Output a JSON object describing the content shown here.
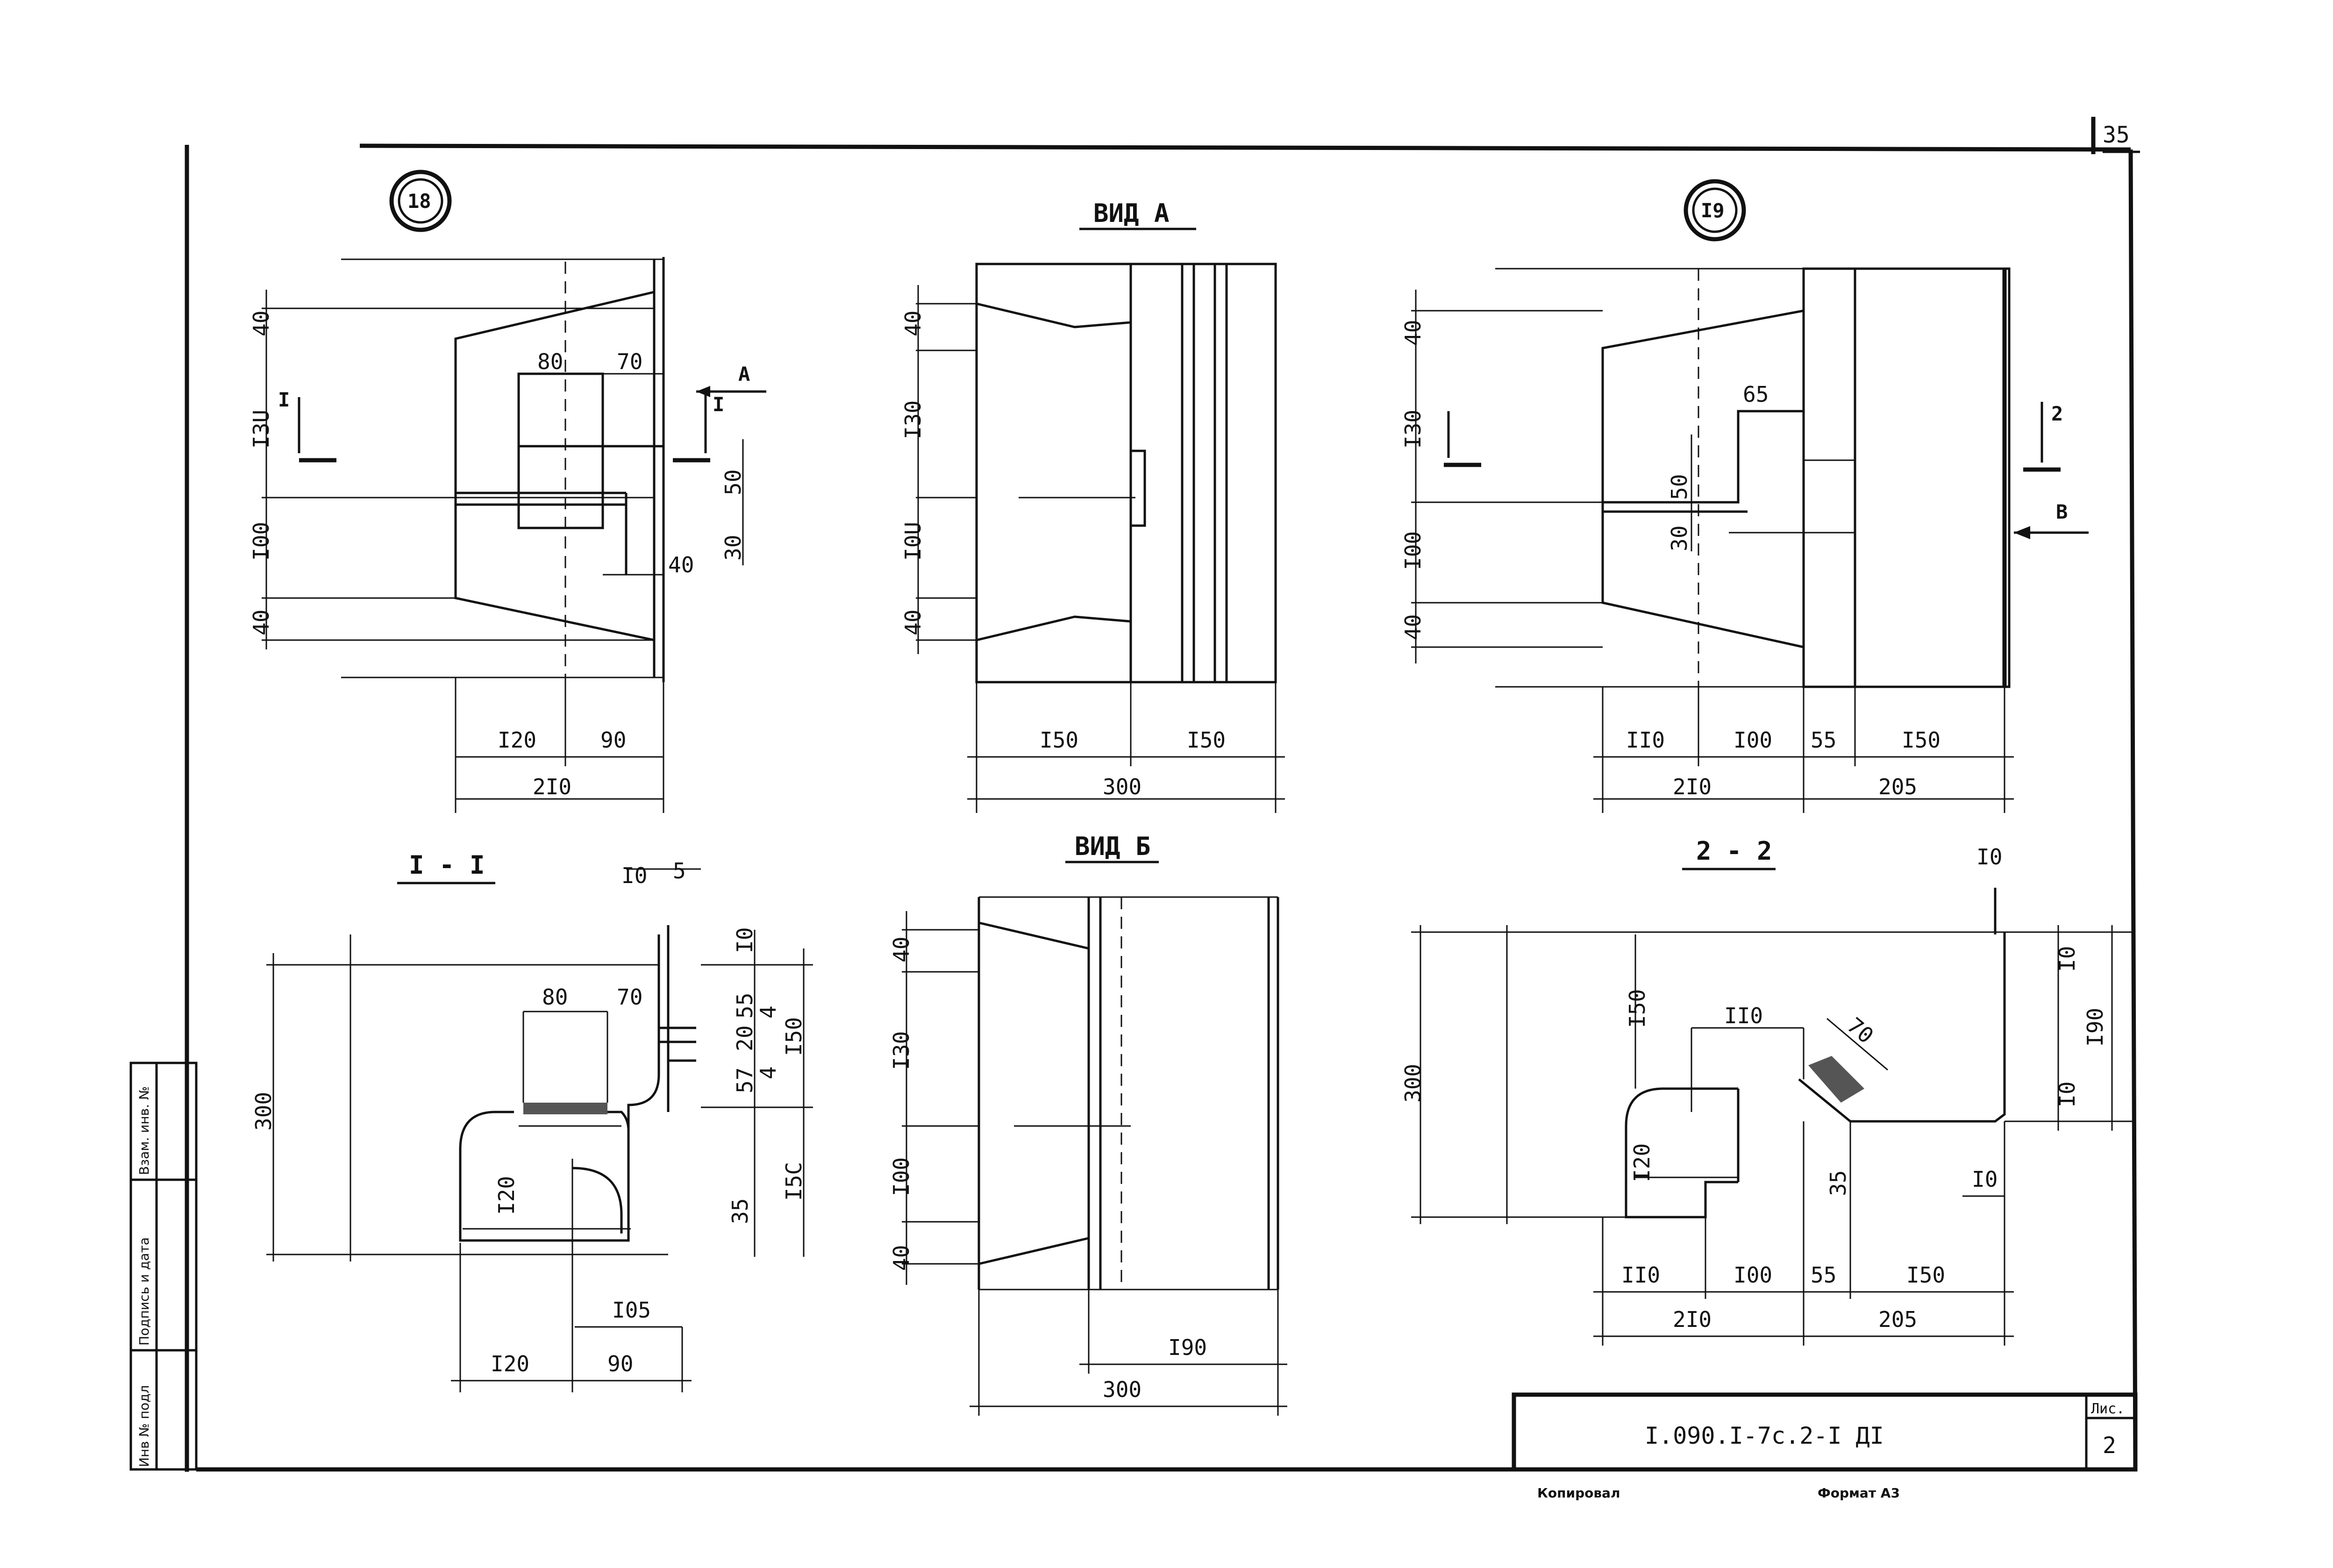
{
  "sheet": {
    "page_number": "35",
    "designation": "I.090.I-7c.2-I ДI",
    "sheet_label": "Лис.",
    "sheet_number": "2",
    "copied": "Копировал",
    "format": "Формат А3",
    "stamp_cells": [
      "Инв № подл",
      "Подпись и дата",
      "Взам. инв. №"
    ]
  },
  "views": {
    "v18": {
      "marker": "18",
      "dims": {
        "d40a": "40",
        "d130": "I3U",
        "d100": "I00",
        "d40b": "40",
        "d80": "80",
        "d70": "70",
        "d50": "50",
        "d30": "30",
        "d40c": "40",
        "d120": "I20",
        "d90": "90",
        "d210": "2I0"
      },
      "cut_label": "I",
      "cut_label2": "I",
      "arrow_label": "А"
    },
    "vidA": {
      "title": "ВИД А",
      "dims": {
        "d40a": "40",
        "d130": "I30",
        "d100": "I0U",
        "d40b": "40",
        "d150a": "I50",
        "d150b": "I50",
        "d300": "300"
      }
    },
    "v19": {
      "marker": "I9",
      "dims": {
        "d40a": "40",
        "d130": "I30",
        "d100": "I00",
        "d40b": "40",
        "d65": "65",
        "d50": "50",
        "d30": "30",
        "d110": "II0",
        "d100b": "I00",
        "d55": "55",
        "d150": "I50",
        "d210": "2I0",
        "d205": "205"
      },
      "cut_label": "2",
      "arrow_label": "В"
    },
    "sec11": {
      "title": "I - I",
      "dims": {
        "d10": "I0",
        "d5": "5",
        "d10b": "I0",
        "d55": "55",
        "d4": "4",
        "d20": "20",
        "d57": "57",
        "d4b": "4",
        "d150": "I50",
        "d150b": "I5C",
        "d300": "300",
        "d80": "80",
        "d70": "70",
        "d120v": "I20",
        "d35": "35",
        "d105": "I05",
        "d120": "I20",
        "d90": "90"
      }
    },
    "vidB": {
      "title": "ВИД Б",
      "dims": {
        "d40a": "40",
        "d130": "I30",
        "d100": "I00",
        "d40b": "40",
        "d190": "I90",
        "d300": "300"
      }
    },
    "sec22": {
      "title": "2 - 2",
      "dims": {
        "d10": "I0",
        "d10b": "I0",
        "d190": "I90",
        "d10c": "I0",
        "d10d": "I0",
        "d300": "300",
        "d150": "I50",
        "d110t": "II0",
        "d70": "70",
        "d120": "I20",
        "d35": "35",
        "d110": "II0",
        "d100": "I00",
        "d55": "55",
        "d150b": "I50",
        "d210": "2I0",
        "d205": "205"
      }
    }
  }
}
